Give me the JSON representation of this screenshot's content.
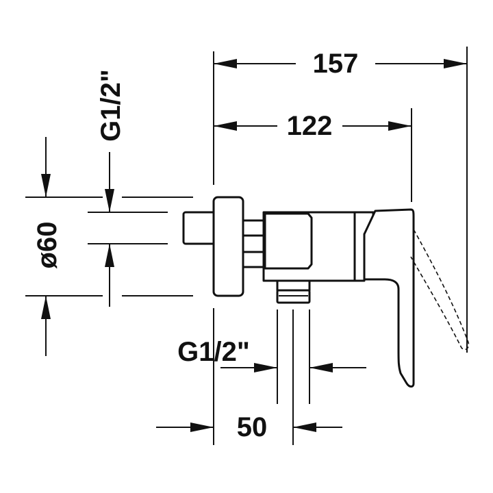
{
  "dimensions": {
    "overall_width": "157",
    "body_width": "122",
    "outlet_offset": "50",
    "rosette_diameter": "ø60",
    "inlet_thread": "G1/2\"",
    "outlet_thread": "G1/2\""
  },
  "colors": {
    "ink": "#111111",
    "background": "#ffffff"
  }
}
